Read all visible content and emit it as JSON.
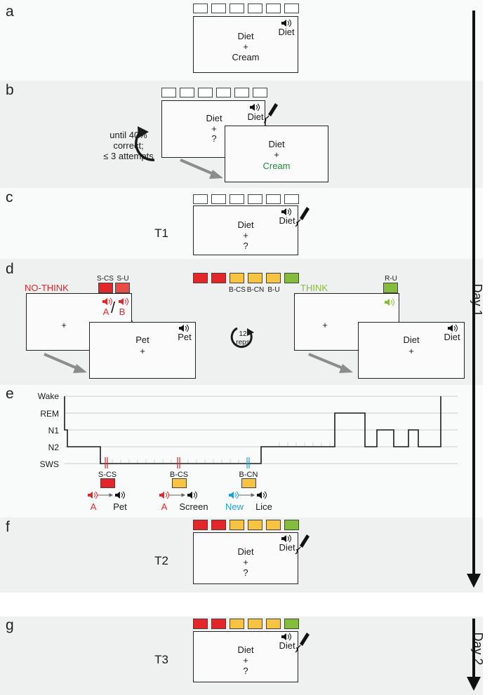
{
  "panels": {
    "a": {
      "label": "a",
      "card_lines": [
        "Diet",
        "+",
        "Cream"
      ],
      "audio_word": "Diet"
    },
    "b": {
      "label": "b",
      "card1_lines": [
        "Diet",
        "+",
        "?"
      ],
      "audio_word": "Diet",
      "card2_lines": [
        "Diet",
        "+",
        "Cream"
      ],
      "loop_text": [
        "until 40%",
        "correct;",
        "≤ 3 attempts"
      ]
    },
    "c": {
      "label": "c",
      "test_label": "T1",
      "card_lines": [
        "Diet",
        "+",
        "?"
      ],
      "audio_word": "Diet"
    },
    "d": {
      "label": "d",
      "nothink_label": "NO-THINK",
      "think_label": "THINK",
      "cond_labels_left": [
        "S-CS",
        "S-U"
      ],
      "cond_labels_mid": [
        "B-CS",
        "B-CN",
        "B-U"
      ],
      "cond_label_right": "R-U",
      "sound_a": "A",
      "slash": "/",
      "sound_b": "B",
      "nothink_card2_lines": [
        "Pet",
        "+"
      ],
      "nothink_audio_word": "Pet",
      "think_card2_lines": [
        "Diet",
        "+"
      ],
      "think_audio_word": "Diet",
      "fixation": "+",
      "reps_number": "12",
      "reps_word": "reps"
    },
    "e": {
      "label": "e",
      "stages": [
        "Wake",
        "REM",
        "N1",
        "N2",
        "SWS"
      ],
      "cues": [
        {
          "label": "S-CS",
          "sound": "A",
          "word": "Pet"
        },
        {
          "label": "B-CS",
          "sound": "A",
          "word": "Screen"
        },
        {
          "label": "B-CN",
          "sound": "New",
          "word": "Lice"
        }
      ]
    },
    "f": {
      "label": "f",
      "test_label": "T2",
      "card_lines": [
        "Diet",
        "+",
        "?"
      ],
      "audio_word": "Diet"
    },
    "g": {
      "label": "g",
      "test_label": "T3",
      "card_lines": [
        "Diet",
        "+",
        "?"
      ],
      "audio_word": "Diet"
    }
  },
  "timeline": {
    "day1": "Day 1",
    "day2": "Day 2"
  },
  "colors": {
    "red": "#e2262a",
    "yellow": "#f7c342",
    "green": "#84bd3c",
    "cream_text": "#1e8c3a",
    "cue_blue": "#1fa0d8",
    "arrow_gray": "#8c8c8c"
  },
  "icons": [
    "speaker-icon",
    "microphone-icon",
    "loop-arrow-icon",
    "repeat-icon",
    "timeline-arrow-icon"
  ]
}
